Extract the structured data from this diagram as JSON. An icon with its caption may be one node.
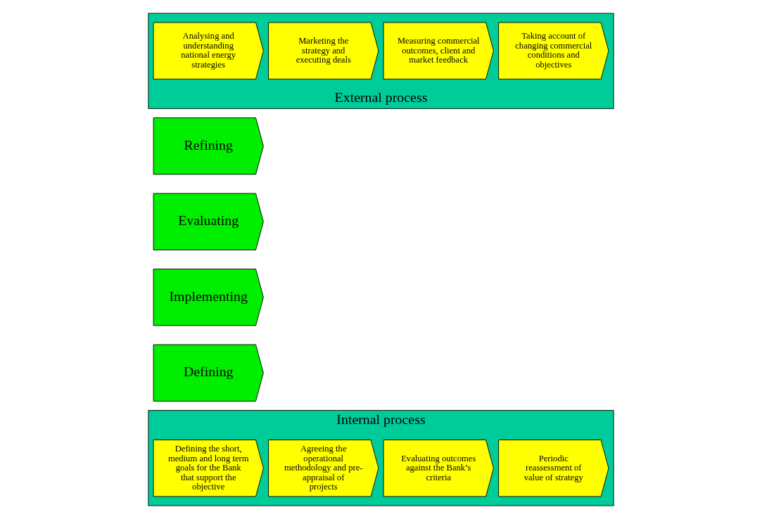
{
  "diagram": {
    "nodes": [
      {
        "text": [
          "Internal process"
        ]
      },
      {
        "text": [
          "Defining the short, medium and long term goals for the Bank that support the objective"
        ],
        "in": 0
      },
      {
        "text": [
          "Agreeing the operational methodology and pre-appraisal of projects"
        ],
        "in": 0
      },
      {
        "text": [
          "Evaluating outcomes against the Bank’s criteria"
        ],
        "in": 0
      },
      {
        "text": [
          "Periodic reassessment of value of strategy"
        ],
        "in": 0
      },
      {
        "text": [
          "Defining"
        ]
      },
      {
        "text": [
          "Implementing"
        ]
      },
      {
        "text": [
          "Evaluating"
        ]
      },
      {
        "text": [
          "Refining"
        ]
      },
      {
        "text": [
          "External process"
        ]
      },
      {
        "text": [
          "Analysing and understanding national energy strategies"
        ],
        "in": 9
      },
      {
        "text": [
          "Marketing the strategy and executing deals"
        ],
        "in": 9
      },
      {
        "text": [
          "Measuring commercial outcomes, client and market feedback"
        ],
        "in": 9
      },
      {
        "text": [
          "Taking account of changing commercial conditions and objectives"
        ],
        "in": 9
      }
    ]
  }
}
